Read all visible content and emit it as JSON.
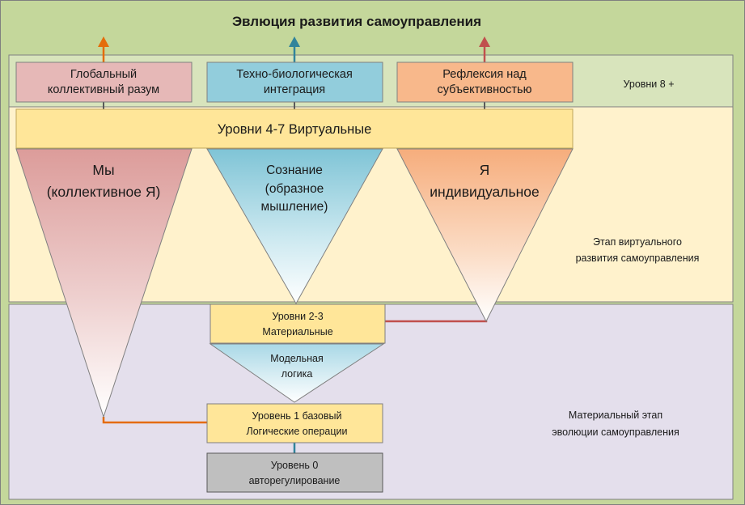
{
  "title": "Эвлюция развития самоуправления",
  "top_boxes": {
    "global": [
      "Глобальный",
      "коллективный разум"
    ],
    "techno": [
      "Техно-биологическая",
      "интеграция"
    ],
    "reflex": [
      "Рефлексия над",
      "субъективностью"
    ]
  },
  "zones": {
    "upper": "Уровни 8 +",
    "virtual": [
      "Этап  виртуального",
      "развития самоуправления"
    ],
    "material": [
      "Материальный этап",
      "эволюции самоуправления"
    ]
  },
  "band": "Уровни 4-7 Виртуальные",
  "cones": {
    "we": [
      "Мы",
      "(коллективное  Я)"
    ],
    "consciousness": [
      "Сознание",
      "(образное",
      "мышление)"
    ],
    "individual": [
      "Я",
      "индивидуальное"
    ]
  },
  "levels": {
    "l23": [
      "Уровни 2-3",
      "Материальные"
    ],
    "model": [
      "Модельная",
      "логика"
    ],
    "l1": [
      "Уровень 1 базовый",
      "Логические операции"
    ],
    "l0": [
      "Уровень 0",
      "авторегулирование"
    ]
  },
  "colors": {
    "background": "#c4d79b",
    "upper_zone": "#d8e4bc",
    "virtual_zone": "#fff2cc",
    "material_zone": "#e4dfec",
    "band": "#ffe699",
    "red_box": "#e6b8b7",
    "blue_box": "#92cddc",
    "orange_box": "#f8b88b",
    "gray_box": "#bfbfbf",
    "orange_line": "#e46c0a",
    "teal_line": "#31849b",
    "red_line": "#c0504d"
  }
}
